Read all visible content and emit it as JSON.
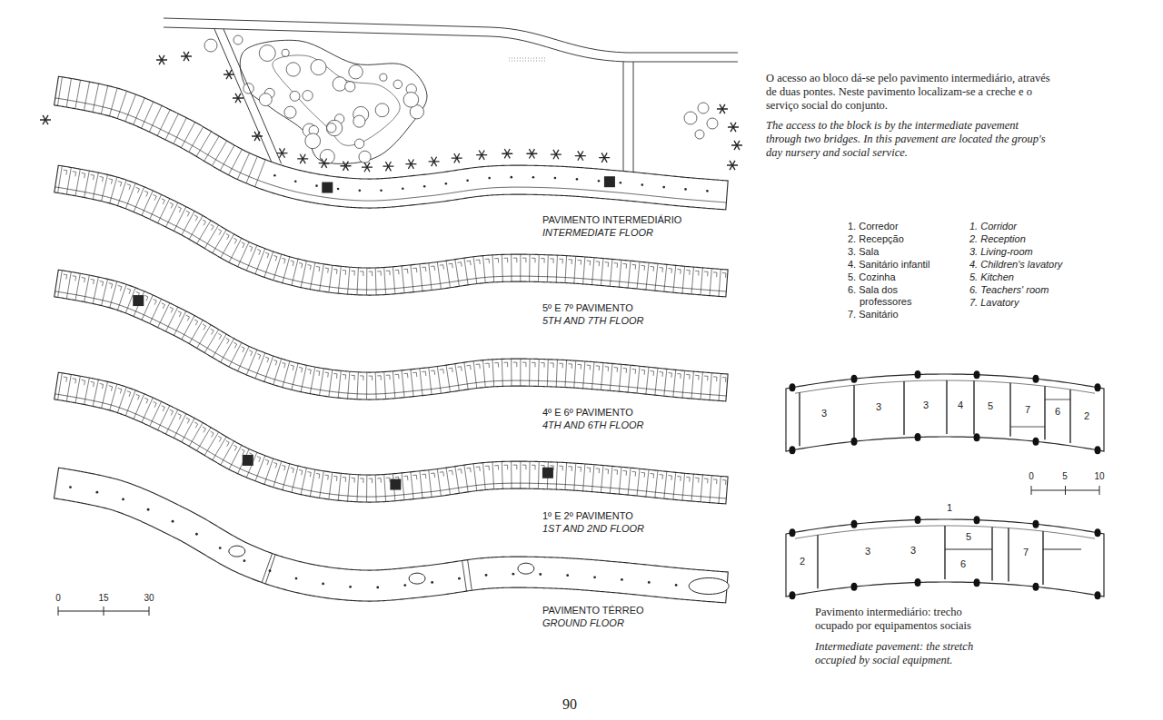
{
  "diagram": {
    "labels": [
      "O acesso ao bloco dá-se pelo pavimento intermediário, através de duas pontes. Neste pavimento localizam-se a creche e o serviço social do conjunto.",
      "The access to the block is by the intermediate pavement through two bridges. In this pavement are located the group's day nursery and social service.",
      "PAVIMENTO INTERMEDIÁRIO",
      "INTERMEDIATE FLOOR",
      "5º E 7º PAVIMENTO",
      "5TH AND 7TH FLOOR",
      "4º E 6º PAVIMENTO",
      "4TH AND 6TH FLOOR",
      "1º E 2º PAVIMENTO",
      "1ST AND 2ND FLOOR",
      "PAVIMENTO TÉRREO",
      "GROUND FLOOR",
      "1. Corredor",
      "2. Recepção",
      "3. Sala",
      "4. Sanitário infantil",
      "5. Cozinha",
      "6. Sala dos professores",
      "7. Sanitário",
      "1. Corridor",
      "2. Reception",
      "3. Living-room",
      "4. Children's lavatory",
      "5. Kitchen",
      "6. Teachers' room",
      "7. Lavatory",
      "0",
      "15",
      "30",
      "0",
      "5",
      "10",
      "3",
      "3",
      "3",
      "4",
      "5",
      "7",
      "6",
      "2",
      "1",
      "2",
      "3",
      "3",
      "6",
      "5",
      "7",
      "Pavimento intermediário: trecho ocupado por equipamentos sociais",
      "Intermediate pavement: the stretch occupied by social equipment.",
      "90"
    ]
  }
}
